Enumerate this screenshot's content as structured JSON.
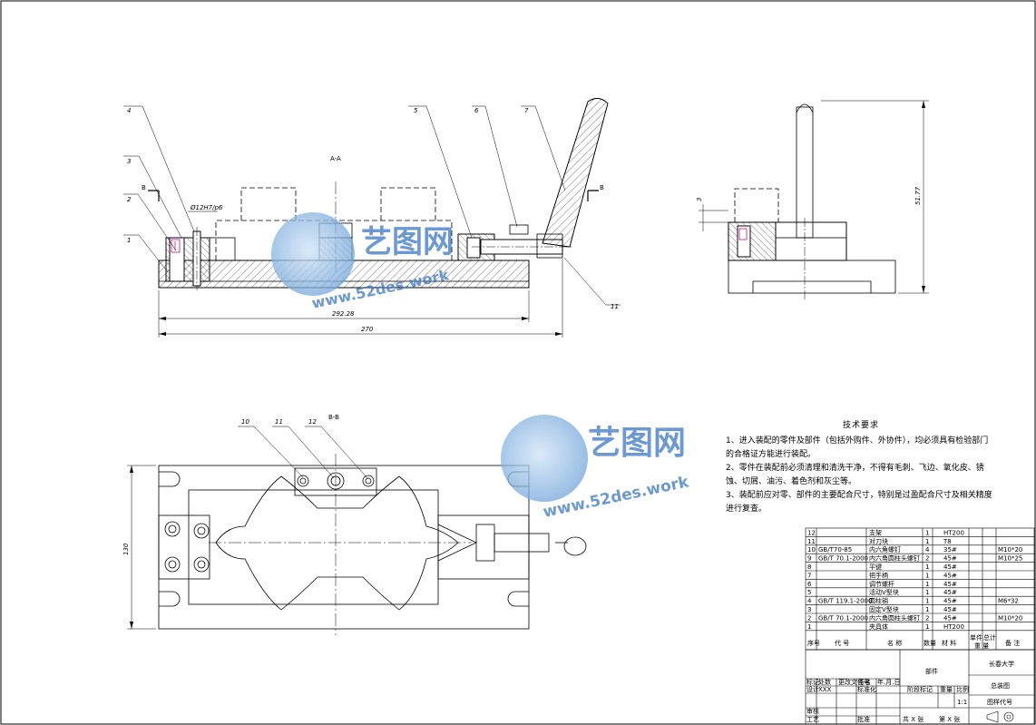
{
  "views": {
    "section_aa": "A-A",
    "section_bb": "B-B",
    "mark_b_left": "B",
    "mark_b_right": "B",
    "fit_note": "Ø12H7/p6",
    "dim_inner": "292.28",
    "dim_overall": "270",
    "dim_height": "51.77",
    "dim_plan": "130",
    "dim_side_small": "3"
  },
  "balloons": {
    "front": [
      "1",
      "2",
      "3",
      "4",
      "5",
      "6",
      "7",
      "11"
    ],
    "plan": [
      "10",
      "11",
      "12"
    ]
  },
  "watermark": {
    "brand": "艺图网",
    "url": "www.52des.work"
  },
  "notes": {
    "title": "技术要求",
    "items": [
      "1、进入装配的零件及部件（包括外购件、外协件），均必须具有检验部门的合格证方能进行装配。",
      "2、零件在装配前必须清理和清洗干净，不得有毛刺、飞边、氧化皮、锈蚀、切屑、油污、着色剂和灰尘等。",
      "3、装配前应对零、部件的主要配合尺寸，特别是过盈配合尺寸及相关精度进行复查。"
    ]
  },
  "bom": {
    "rows": [
      {
        "no": "12",
        "code": "",
        "name": "支架",
        "qty": "1",
        "material": "HT200",
        "note": ""
      },
      {
        "no": "11",
        "code": "",
        "name": "对刀块",
        "qty": "1",
        "material": "T8",
        "note": ""
      },
      {
        "no": "10",
        "code": "GB/T70-85",
        "name": "内六角螺钉",
        "qty": "4",
        "material": "35#",
        "note": "M10*20"
      },
      {
        "no": "9",
        "code": "GB/T 70.1-2000",
        "name": "内六角圆柱头螺钉",
        "qty": "2",
        "material": "45#",
        "note": "M10*25"
      },
      {
        "no": "8",
        "code": "",
        "name": "平键",
        "qty": "1",
        "material": "45#",
        "note": ""
      },
      {
        "no": "7",
        "code": "",
        "name": "把手柄",
        "qty": "1",
        "material": "45#",
        "note": ""
      },
      {
        "no": "6",
        "code": "",
        "name": "调节螺杆",
        "qty": "1",
        "material": "45#",
        "note": ""
      },
      {
        "no": "5",
        "code": "",
        "name": "活动V型块",
        "qty": "1",
        "material": "45#",
        "note": ""
      },
      {
        "no": "4",
        "code": "GB/T 119.1-2000",
        "name": "圆柱销",
        "qty": "1",
        "material": "45#",
        "note": "M6*32"
      },
      {
        "no": "3",
        "code": "",
        "name": "固定V型块",
        "qty": "1",
        "material": "45#",
        "note": ""
      },
      {
        "no": "2",
        "code": "GB/T 70.1-2000",
        "name": "内六角圆柱头螺钉",
        "qty": "2",
        "material": "45#",
        "note": "M10*20"
      },
      {
        "no": "1",
        "code": "",
        "name": "夹具体",
        "qty": "1",
        "material": "HT200",
        "note": ""
      }
    ],
    "header": {
      "no": "序号",
      "code": "代 号",
      "name": "名 称",
      "qty": "数量",
      "material": "材 料",
      "unit": "单件",
      "total": "总计",
      "weight": "重 量",
      "note": "备 注"
    }
  },
  "title_block": {
    "school": "长春大学",
    "drawing_name": "总装图",
    "part": "部件",
    "stage_label": "阶段标记",
    "weight_label": "重量",
    "scale_label": "比例",
    "scale": "1:1",
    "drawing_no_label": "图样代号",
    "row_mark": "标记",
    "row_count": "处数",
    "row_file": "更改文件号",
    "row_sign": "签名",
    "row_date": "年.月.日",
    "designer_label": "设计",
    "designer": "XXX",
    "std_label": "标准化",
    "review_label": "审核",
    "craft_label": "工艺",
    "approve_label": "批准",
    "sheets": "共 X 张",
    "sheet": "第 X 张"
  }
}
